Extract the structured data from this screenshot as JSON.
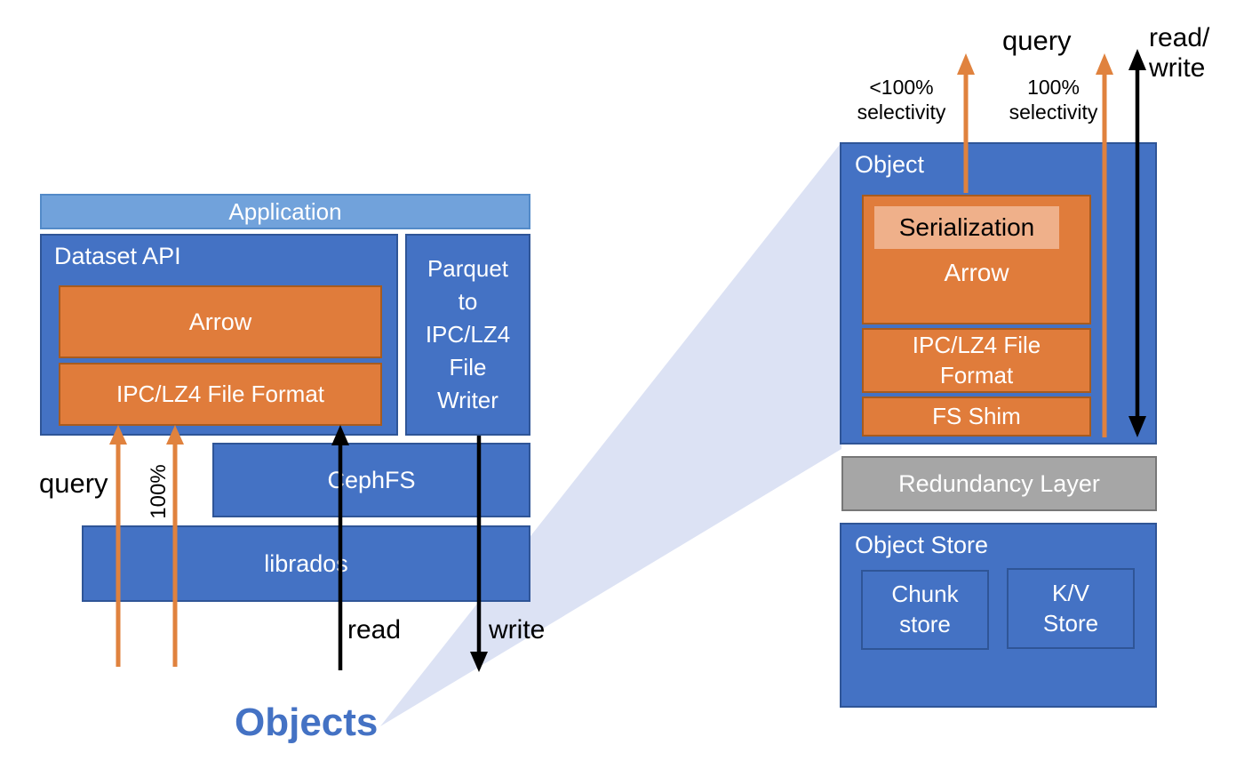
{
  "colors": {
    "blue": "#4472C4",
    "blue-border": "#2F5597",
    "lightblue": "#71A2DB",
    "lightblue-border": "#538AC8",
    "orange": "#E07C3B",
    "orange-border": "#A85B1E",
    "orange-arrow": "#E0823E",
    "peach": "#EFB08A",
    "gray": "#A6A6A6",
    "gray-border": "#777777",
    "cone": "#DCE2F4",
    "blue-text": "#4472C4"
  },
  "left": {
    "application": "Application",
    "dataset_api": "Dataset API",
    "arrow": "Arrow",
    "ipc_lz4": "IPC/LZ4 File Format",
    "parquet_writer": "Parquet\nto\nIPC/LZ4\nFile\nWriter",
    "cephfs": "CephFS",
    "librados": "librados",
    "query": "query",
    "pct100": "100%",
    "read": "read",
    "write": "write",
    "objects": "Objects"
  },
  "right": {
    "object": "Object",
    "serialization": "Serialization",
    "arrow": "Arrow",
    "ipc_lz4": "IPC/LZ4 File\nFormat",
    "fs_shim": "FS Shim",
    "redundancy_layer": "Redundancy Layer",
    "object_store": "Object Store",
    "chunk_store": "Chunk\nstore",
    "kv_store": "K/V\nStore",
    "query": "query",
    "read_write": "read/\nwrite",
    "lt100_selectivity": "<100%\nselectivity",
    "eq100_selectivity": "100%\nselectivity"
  }
}
